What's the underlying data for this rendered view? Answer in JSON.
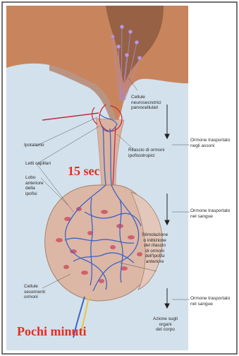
{
  "labels": {
    "cellule_neurosecretrici": "Cellule\nneurosecretrici\nparvocellulari",
    "ipotalamo": "Ipotalamo",
    "letti_capillari": "Letti capillari",
    "lobo_anteriore": "Lobo\nanteriore\ndella\nipofisi",
    "rilascio_ormoni": "Rilascio di ormoni\nipofisiotropici",
    "stimolazione": "Stimolazione\no inibizione\ndel rilascio\ndi ormoni\ndell'ipofisi\nanteriore",
    "cellule_secernenti": "Cellule\nsecernenti\normoni",
    "azione": "Azione sugli\norgani\ndel corpo",
    "ormone_assoni": "Ormone trasportato\nnegli assoni",
    "ormone_sangue_1": "Ormone trasportato\nnel sangue",
    "ormone_sangue_2": "Ormone trasportato\nnel sangue"
  },
  "annotations": {
    "fifteen_sec": "15 sec",
    "pochi_minuti": "Pochi minuti"
  },
  "colors": {
    "border": "#444444",
    "tissue": "#c8855d",
    "pituitary": "#dcb7a6",
    "vessel_blue": "#3f63c4",
    "vessel_red": "#c9283a",
    "neuron": "#a98ad3",
    "annotation": "#e0301e"
  }
}
